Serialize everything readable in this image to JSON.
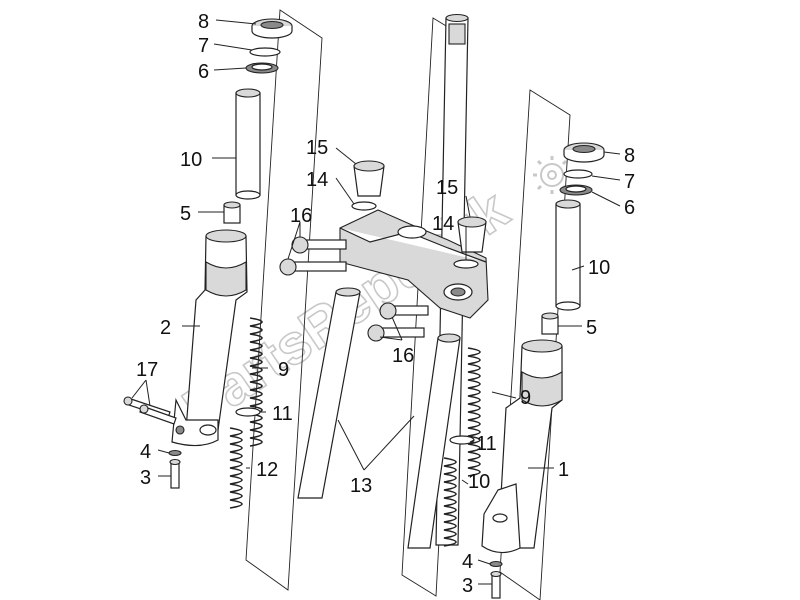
{
  "watermark": {
    "text": "PartsRepublik"
  },
  "callouts": {
    "c8a": "8",
    "c7a": "7",
    "c6a": "6",
    "c10a": "10",
    "c5a": "5",
    "c2": "2",
    "c17": "17",
    "c4a": "4",
    "c3a": "3",
    "c9a": "9",
    "c11a": "11",
    "c12": "12",
    "c15a": "15",
    "c14a": "14",
    "c16a": "16",
    "c15b": "15",
    "c14b": "14",
    "c16b": "16",
    "c13": "13",
    "c8b": "8",
    "c7b": "7",
    "c6b": "6",
    "c10b": "10",
    "c5b": "5",
    "c9b": "9",
    "c11b": "11",
    "c10c": "10",
    "c1": "1",
    "c4b": "4",
    "c3b": "3"
  }
}
